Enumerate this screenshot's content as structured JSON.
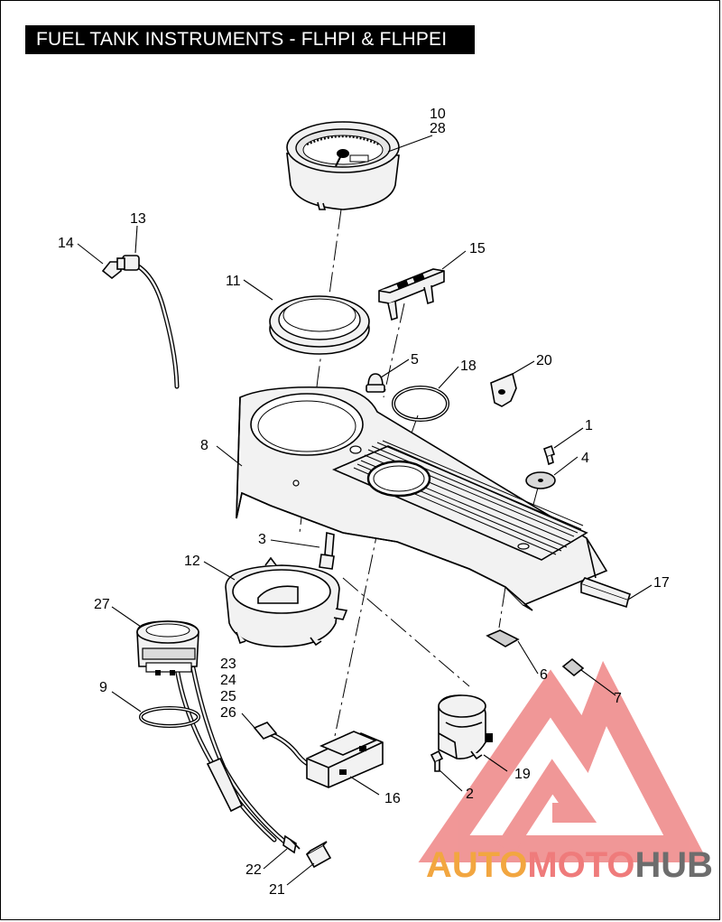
{
  "title": "FUEL TANK INSTRUMENTS - FLHPI & FLHPEI",
  "callouts": [
    "1",
    "2",
    "3",
    "4",
    "5",
    "6",
    "7",
    "8",
    "9",
    "10",
    "28",
    "11",
    "12",
    "13",
    "14",
    "15",
    "16",
    "17",
    "18",
    "19",
    "20",
    "21",
    "22",
    "23",
    "24",
    "25",
    "26",
    "27"
  ],
  "watermark": {
    "auto": "AUTO",
    "moto": "MOTO",
    "hub": "HUB",
    "colors": {
      "auto": "#f2a640",
      "moto": "#ef7b7b",
      "hub": "#6d6d6d",
      "triangle": "#ee8585"
    }
  }
}
